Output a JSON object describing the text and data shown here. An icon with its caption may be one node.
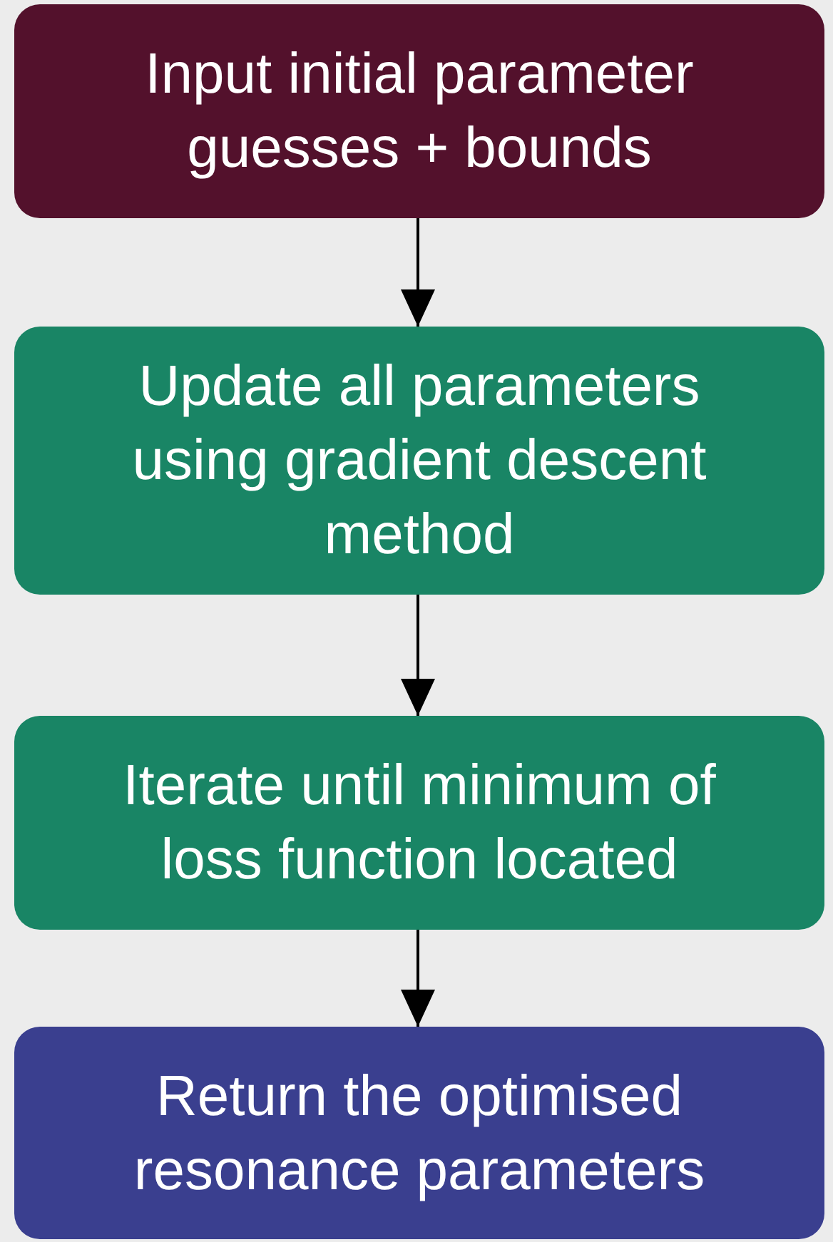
{
  "diagram": {
    "nodes": [
      {
        "text": [
          "Input initial parameter guesses + bounds"
        ]
      },
      {
        "text": [
          "Update all parameters using gradient descent method"
        ]
      },
      {
        "text": [
          "Iterate until minimum of loss function located"
        ]
      },
      {
        "text": [
          "Return the optimised resonance parameters"
        ]
      }
    ],
    "edges": [
      {
        "from": 0,
        "to": 1,
        "arrow": "to"
      },
      {
        "from": 1,
        "to": 2,
        "arrow": "to"
      },
      {
        "from": 2,
        "to": 3,
        "arrow": "to"
      }
    ]
  }
}
